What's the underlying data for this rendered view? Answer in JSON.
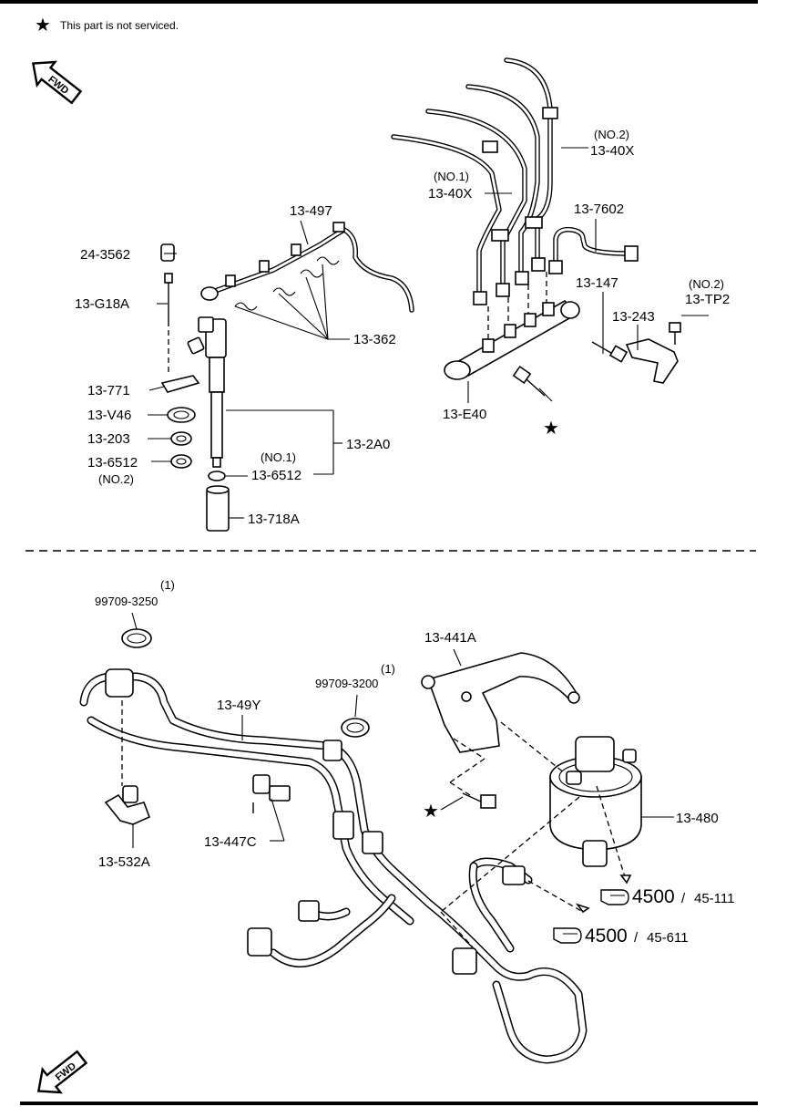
{
  "note": {
    "symbol": "★",
    "text": "This part is not serviced."
  },
  "fwd": "FWD",
  "top_section": {
    "labels": {
      "p13_497": "13-497",
      "p24_3562": "24-3562",
      "p13_g18a": "13-G18A",
      "p13_362": "13-362",
      "p13_771": "13-771",
      "p13_v46": "13-V46",
      "p13_203": "13-203",
      "p13_6512_left": "13-6512",
      "no2_left": "(NO.2)",
      "no1_center": "(NO.1)",
      "p13_6512_center": "13-6512",
      "p13_2a0": "13-2A0",
      "p13_718a": "13-718A",
      "no2_pipe": "(NO.2)",
      "p13_40x_no2": "13-40X",
      "no1_pipe": "(NO.1)",
      "p13_40x_no1": "13-40X",
      "p13_7602": "13-7602",
      "p13_147": "13-147",
      "no2_tp2": "(NO.2)",
      "p13_tp2": "13-TP2",
      "p13_243": "13-243",
      "p13_e40": "13-E40"
    }
  },
  "bottom_section": {
    "labels": {
      "qty_1_a": "(1)",
      "p99709_3250": "99709-3250",
      "p13_441a": "13-441A",
      "qty_1_b": "(1)",
      "p99709_3200": "99709-3200",
      "p13_49y": "13-49Y",
      "p13_480": "13-480",
      "p13_447c": "13-447C",
      "p13_532a": "13-532A"
    },
    "refs": [
      {
        "group": "4500",
        "sep": "/",
        "sub": "45-111"
      },
      {
        "group": "4500",
        "sep": "/",
        "sub": "45-611"
      }
    ]
  }
}
